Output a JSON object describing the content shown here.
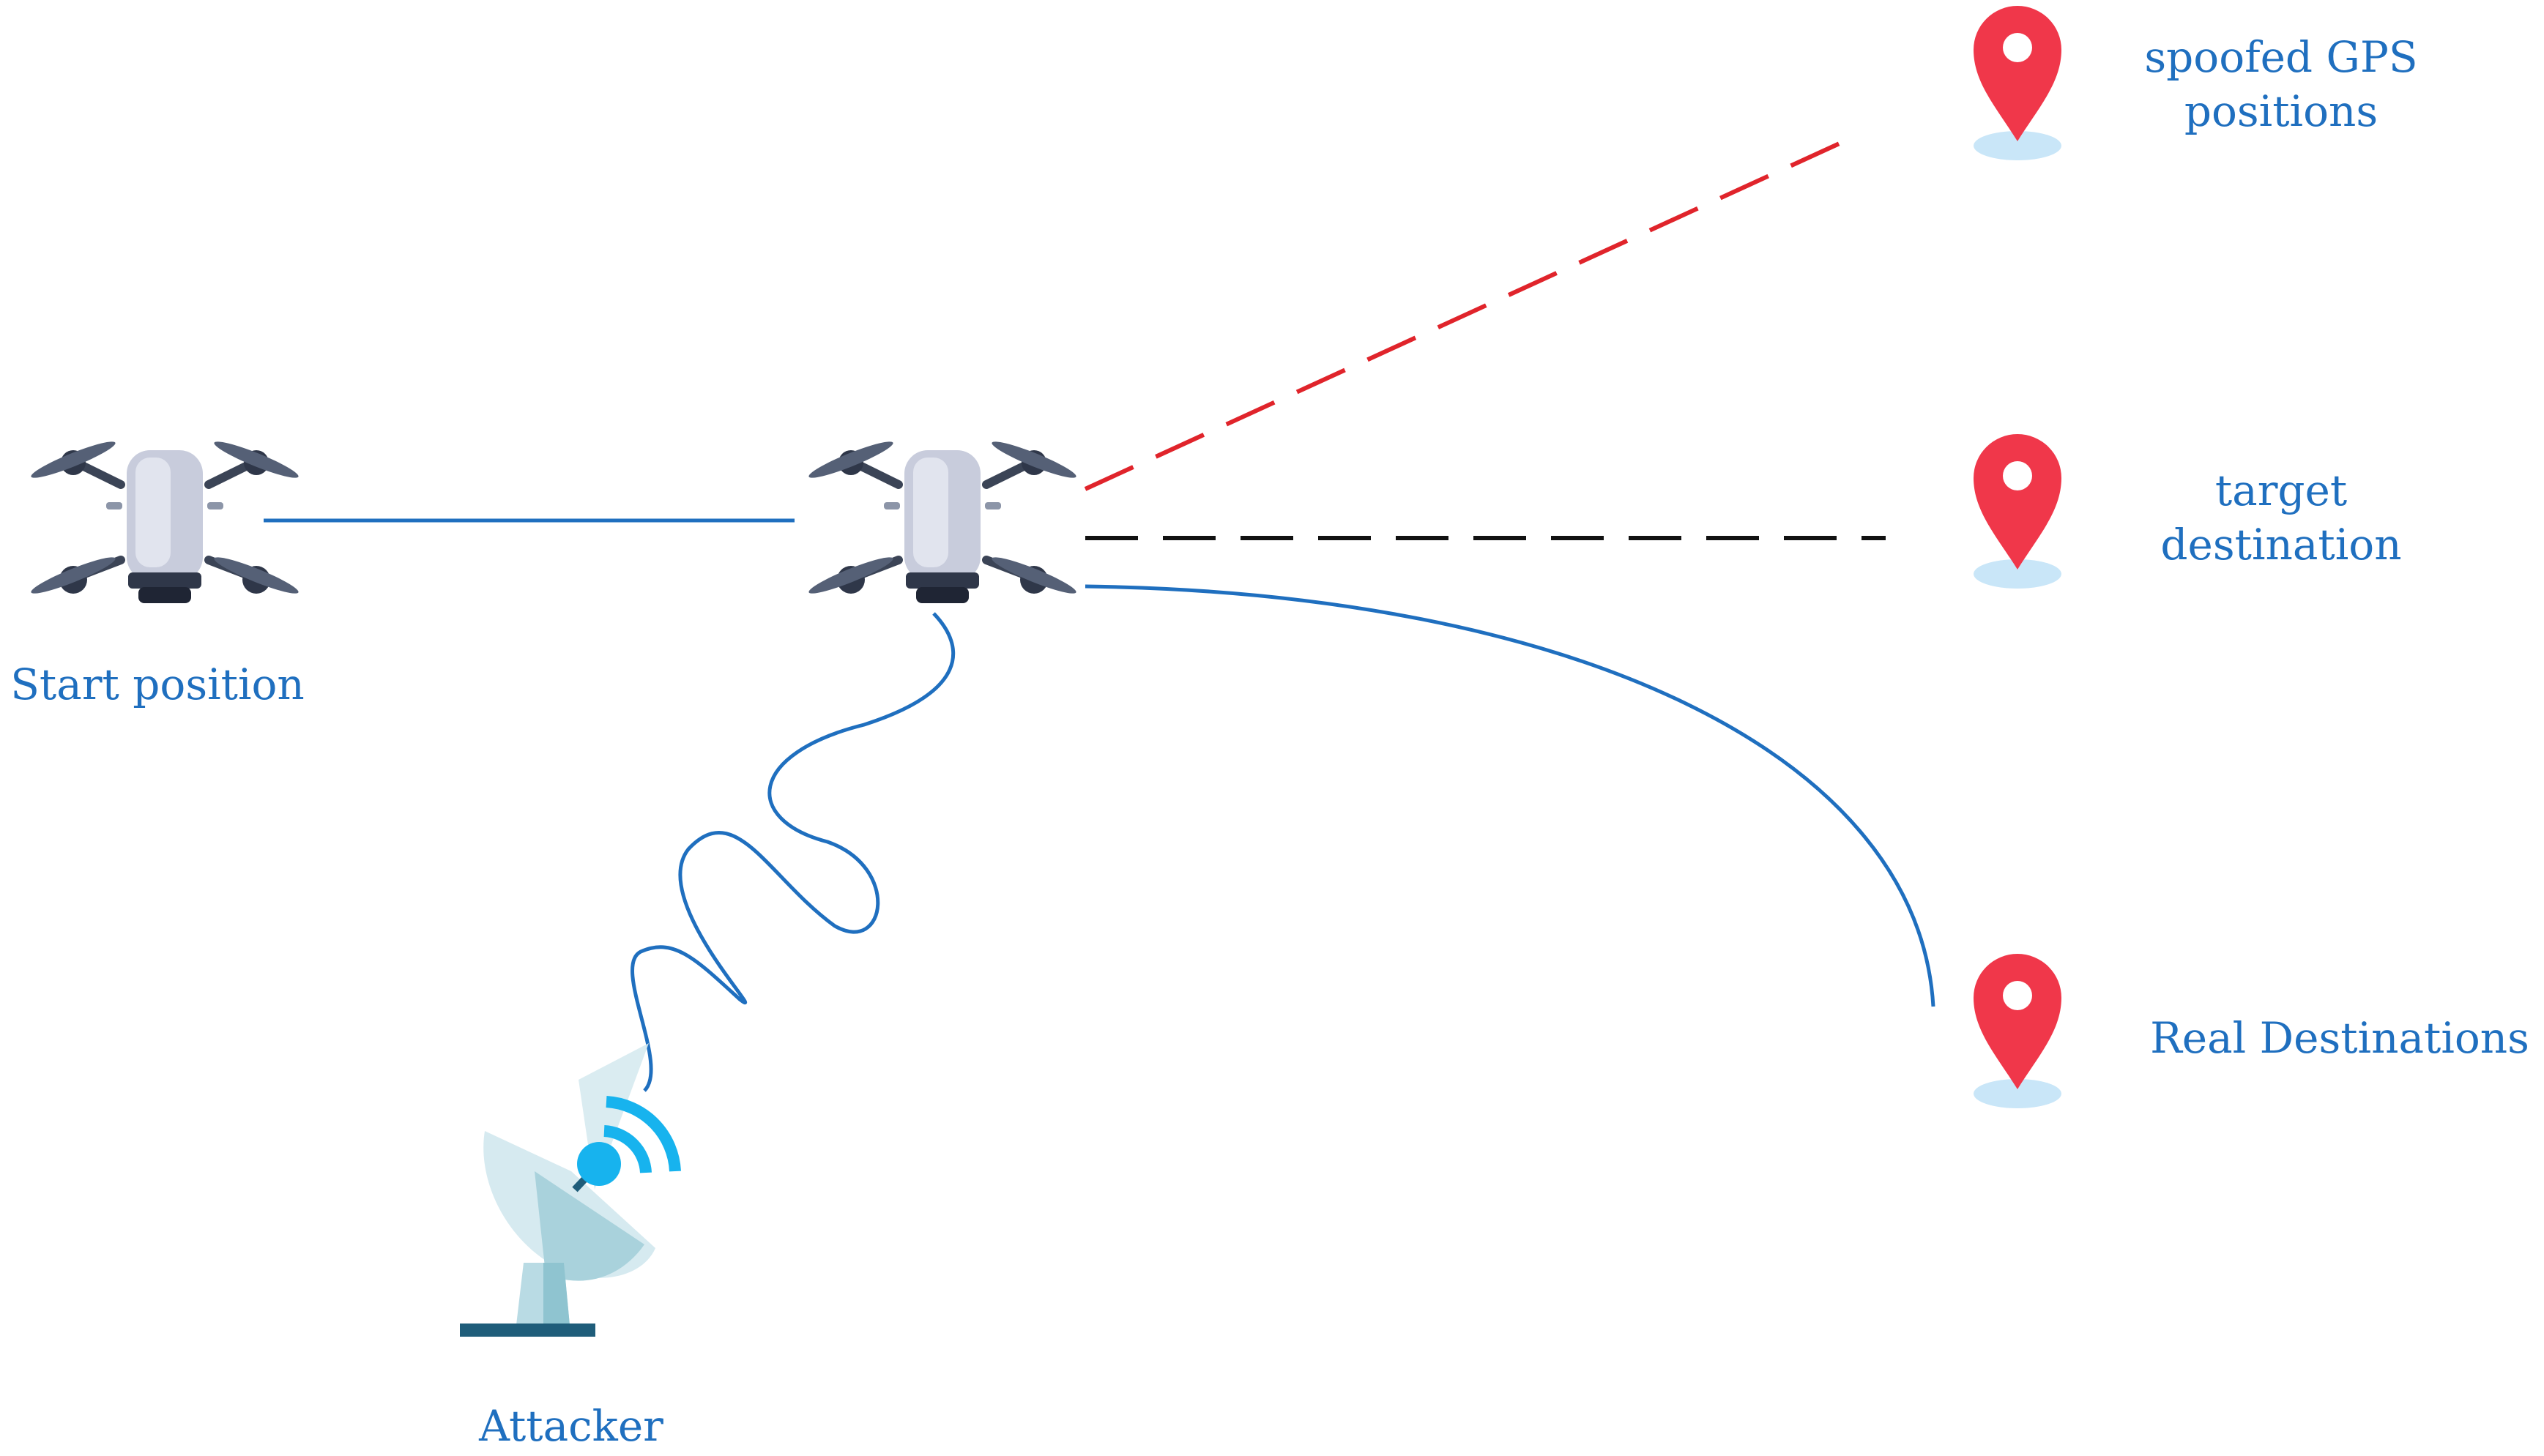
{
  "labels": {
    "start_position": "Start position",
    "attacker": "Attacker",
    "spoofed_line1": "spoofed GPS",
    "spoofed_line2": "positions",
    "target_line1": "target",
    "target_line2": "destination",
    "real_destinations": "Real Destinations"
  },
  "colors": {
    "label_text": "#1f6fbf",
    "path_blue": "#1f6fbf",
    "spoof_red": "#e0242b",
    "target_black": "#111111",
    "pin_red": "#f0374a",
    "pin_shadow": "#c9e6f8",
    "antenna_signal": "#17b3ee",
    "dish_light": "#d6eaf0",
    "dish_mid": "#a9d2dc",
    "base_dark": "#1f5d7a"
  },
  "icons": {
    "drone": "drone-icon",
    "pin": "map-pin-icon",
    "attacker": "satellite-dish-icon"
  }
}
